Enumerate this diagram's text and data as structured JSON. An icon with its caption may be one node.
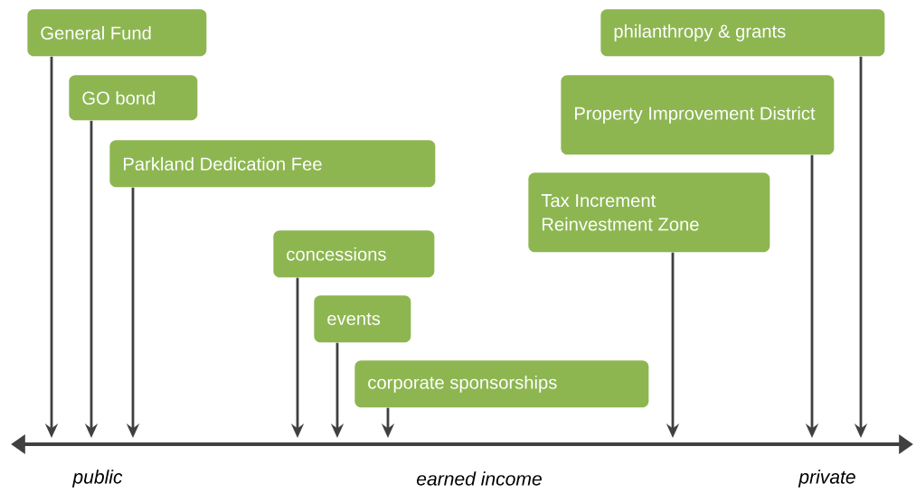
{
  "diagram": {
    "nodes": [
      {
        "text": [
          "General Fund"
        ]
      },
      {
        "text": [
          "GO bond"
        ]
      },
      {
        "text": [
          "Parkland Dedication Fee"
        ]
      },
      {
        "text": [
          "concessions"
        ]
      },
      {
        "text": [
          "events"
        ]
      },
      {
        "text": [
          "corporate sponsorships"
        ]
      },
      {
        "text": [
          "philanthropy & grants"
        ]
      },
      {
        "text": [
          "Property Improvement District"
        ]
      },
      {
        "text": [
          "Tax Increment Reinvestment Zone"
        ]
      }
    ],
    "edges": [
      {
        "from": 0,
        "to": null,
        "arrow": "to"
      },
      {
        "from": 1,
        "to": null,
        "arrow": "to"
      },
      {
        "from": 2,
        "to": null,
        "arrow": "to"
      },
      {
        "from": 3,
        "to": null,
        "arrow": "to"
      },
      {
        "from": 4,
        "to": null,
        "arrow": "to"
      },
      {
        "from": 5,
        "to": null,
        "arrow": "to"
      },
      {
        "from": 6,
        "to": null,
        "arrow": "to"
      },
      {
        "from": 7,
        "to": null,
        "arrow": "to"
      },
      {
        "from": 8,
        "to": null,
        "arrow": "to"
      }
    ],
    "labels": [
      "public",
      "earned income",
      "private"
    ]
  }
}
